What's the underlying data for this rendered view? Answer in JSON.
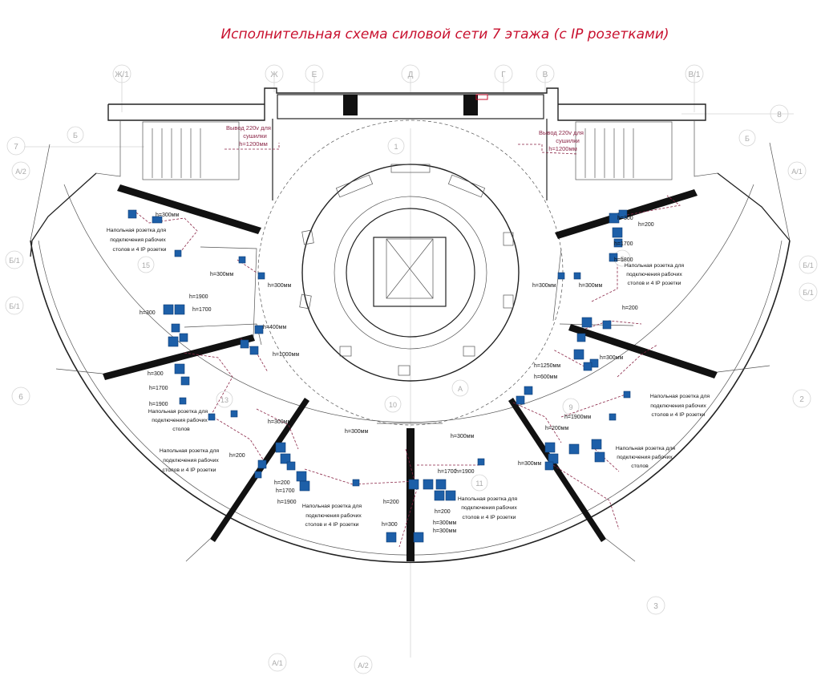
{
  "title": "Исполнительная схема силовой сети 7 этажа (с IP розетками)",
  "colors": {
    "title": "#c8102e",
    "walls": "#222222",
    "grid": "#d5d5d5",
    "cable": "#8a2546",
    "socket": "#1d5fa8",
    "socket_light": "#7fb5e6"
  },
  "axes": {
    "top": [
      "Ж/1",
      "Ж",
      "Е",
      "Д",
      "Г",
      "В",
      "В/1"
    ],
    "left": [
      "7",
      "А/2",
      "Б/1",
      "Б/1",
      "6"
    ],
    "right": [
      "8",
      "А/1",
      "Б/1",
      "Б/1",
      "2"
    ],
    "bottom": [
      "А/1",
      "А/2",
      "3"
    ],
    "inner": [
      "1",
      "Б",
      "Б",
      "10",
      "А",
      "15",
      "13",
      "6",
      "9",
      "11"
    ]
  },
  "dryer_note": {
    "line1": "Вывод 220v для",
    "line2": "сушилки",
    "line3": "h=1200мм"
  },
  "heights": {
    "h200": "h=200",
    "h300": "h=300",
    "h300mm": "h=300мм",
    "h400mm": "h=400мм",
    "h600mm": "h=600мм",
    "h1000mm": "h=1000мм",
    "h1250mm": "h=1250мм",
    "h1700": "h=1700",
    "h1800": "h=1800",
    "h1900": "h=1900",
    "h1900mm": "h=1900мм",
    "h200mm": "h=200мм"
  },
  "sockets": {
    "desk_ip_1": "Напольная розетка для",
    "desk_ip_2": "подключения рабочих",
    "desk_ip_3": "столов и 4 IP розетки",
    "desk_3": "столов"
  }
}
